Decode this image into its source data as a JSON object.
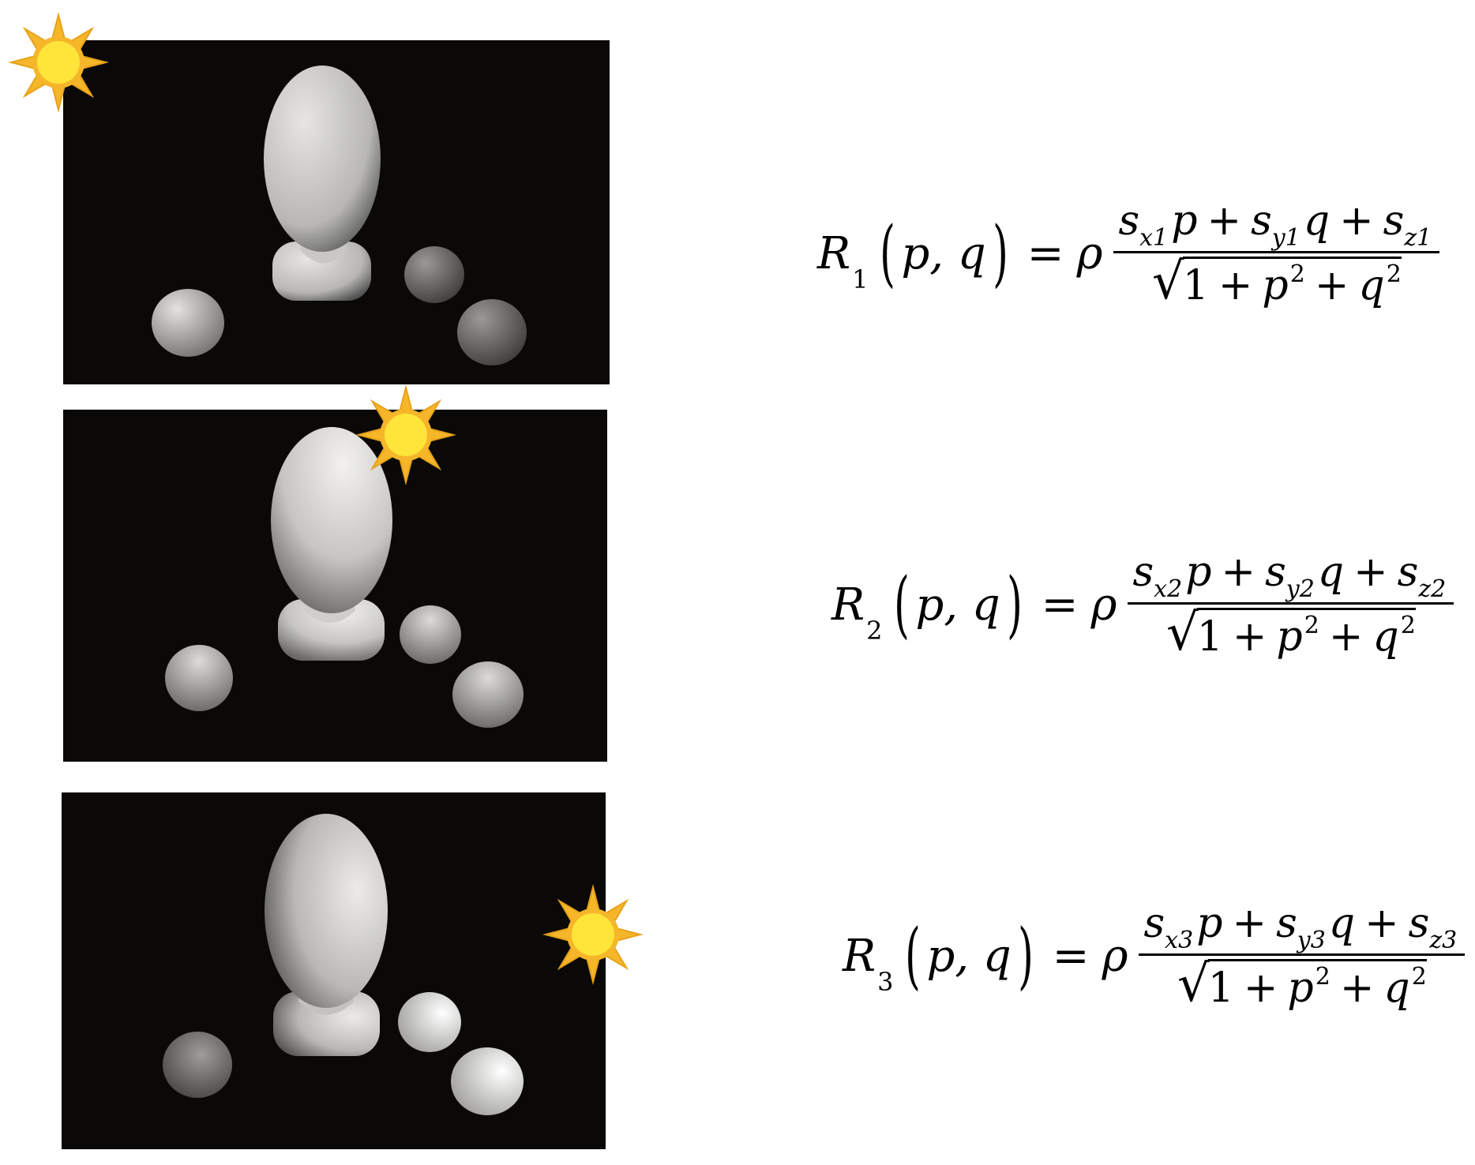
{
  "panels": [
    {
      "light_position": "top-left"
    },
    {
      "light_position": "top-center"
    },
    {
      "light_position": "right"
    }
  ],
  "equations": [
    {
      "lhs": "R",
      "lhs_sub": "1",
      "args": "p, q",
      "eq": "=",
      "rho": "ρ",
      "num": {
        "s1": "s",
        "s1_sub": "x1",
        "v1": "p",
        "plus1": "+",
        "s2": "s",
        "s2_sub": "y1",
        "v2": "q",
        "plus2": "+",
        "s3": "s",
        "s3_sub": "z1"
      },
      "den": {
        "one": "1",
        "plus1": "+",
        "p": "p",
        "p_exp": "2",
        "plus2": "+",
        "q": "q",
        "q_exp": "2"
      }
    },
    {
      "lhs": "R",
      "lhs_sub": "2",
      "args": "p, q",
      "eq": "=",
      "rho": "ρ",
      "num": {
        "s1": "s",
        "s1_sub": "x2",
        "v1": "p",
        "plus1": "+",
        "s2": "s",
        "s2_sub": "y2",
        "v2": "q",
        "plus2": "+",
        "s3": "s",
        "s3_sub": "z2"
      },
      "den": {
        "one": "1",
        "plus1": "+",
        "p": "p",
        "p_exp": "2",
        "plus2": "+",
        "q": "q",
        "q_exp": "2"
      }
    },
    {
      "lhs": "R",
      "lhs_sub": "3",
      "args": "p, q",
      "eq": "=",
      "rho": "ρ",
      "num": {
        "s1": "s",
        "s1_sub": "x3",
        "v1": "p",
        "plus1": "+",
        "s2": "s",
        "s2_sub": "y3",
        "v2": "q",
        "plus2": "+",
        "s3": "s",
        "s3_sub": "z3"
      },
      "den": {
        "one": "1",
        "plus1": "+",
        "p": "p",
        "p_exp": "2",
        "plus2": "+",
        "q": "q",
        "q_exp": "2"
      }
    }
  ],
  "colors": {
    "sun_ray": "#f5b62a",
    "sun_core": "#ffe43a",
    "photo_bg": "#0a0908",
    "object": "#d9d9d6"
  },
  "icons": {
    "light_source": "sun-icon"
  }
}
